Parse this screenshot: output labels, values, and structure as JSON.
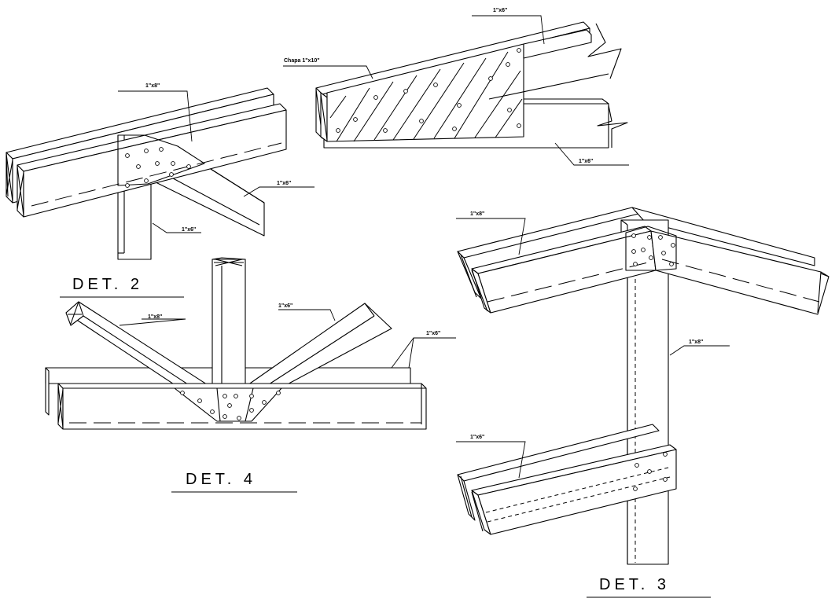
{
  "details": {
    "det2": {
      "title": "DET. 2",
      "label_top": "1\"x8\"",
      "label_diag": "1\"x6\"",
      "label_post": "1\"x6\""
    },
    "det3": {
      "title": "DET. 3",
      "label_top": "1\"x8\"",
      "label_post": "1\"x8\"",
      "label_bottom": "1\"x6\""
    },
    "det4": {
      "title": "DET. 4",
      "label_left": "1\"x8\"",
      "label_right": "1\"x6\"",
      "label_chord": "1\"x6\""
    },
    "det_top": {
      "label_top": "1\"x6\"",
      "label_chapa": "Chapa 1\"x10\"",
      "label_bottom": "1\"x6\""
    }
  }
}
